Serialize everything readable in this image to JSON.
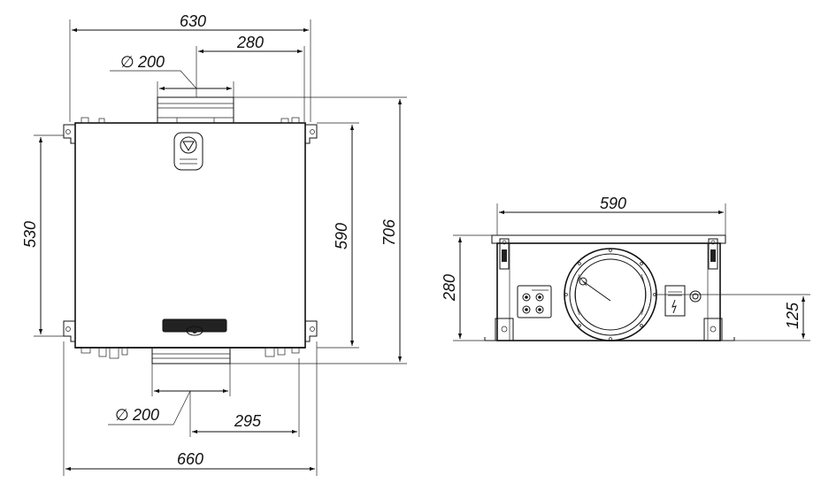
{
  "top_view": {
    "width_top": "630",
    "offset_top_outlet": "280",
    "diameter_top": "200",
    "height_left": "530",
    "height_inner": "590",
    "height_total": "706",
    "diameter_bottom": "200",
    "offset_bottom_outlet": "295",
    "width_bottom": "660",
    "diameter_symbol": "∅"
  },
  "front_view": {
    "width": "590",
    "height": "280",
    "axis_height": "125"
  }
}
